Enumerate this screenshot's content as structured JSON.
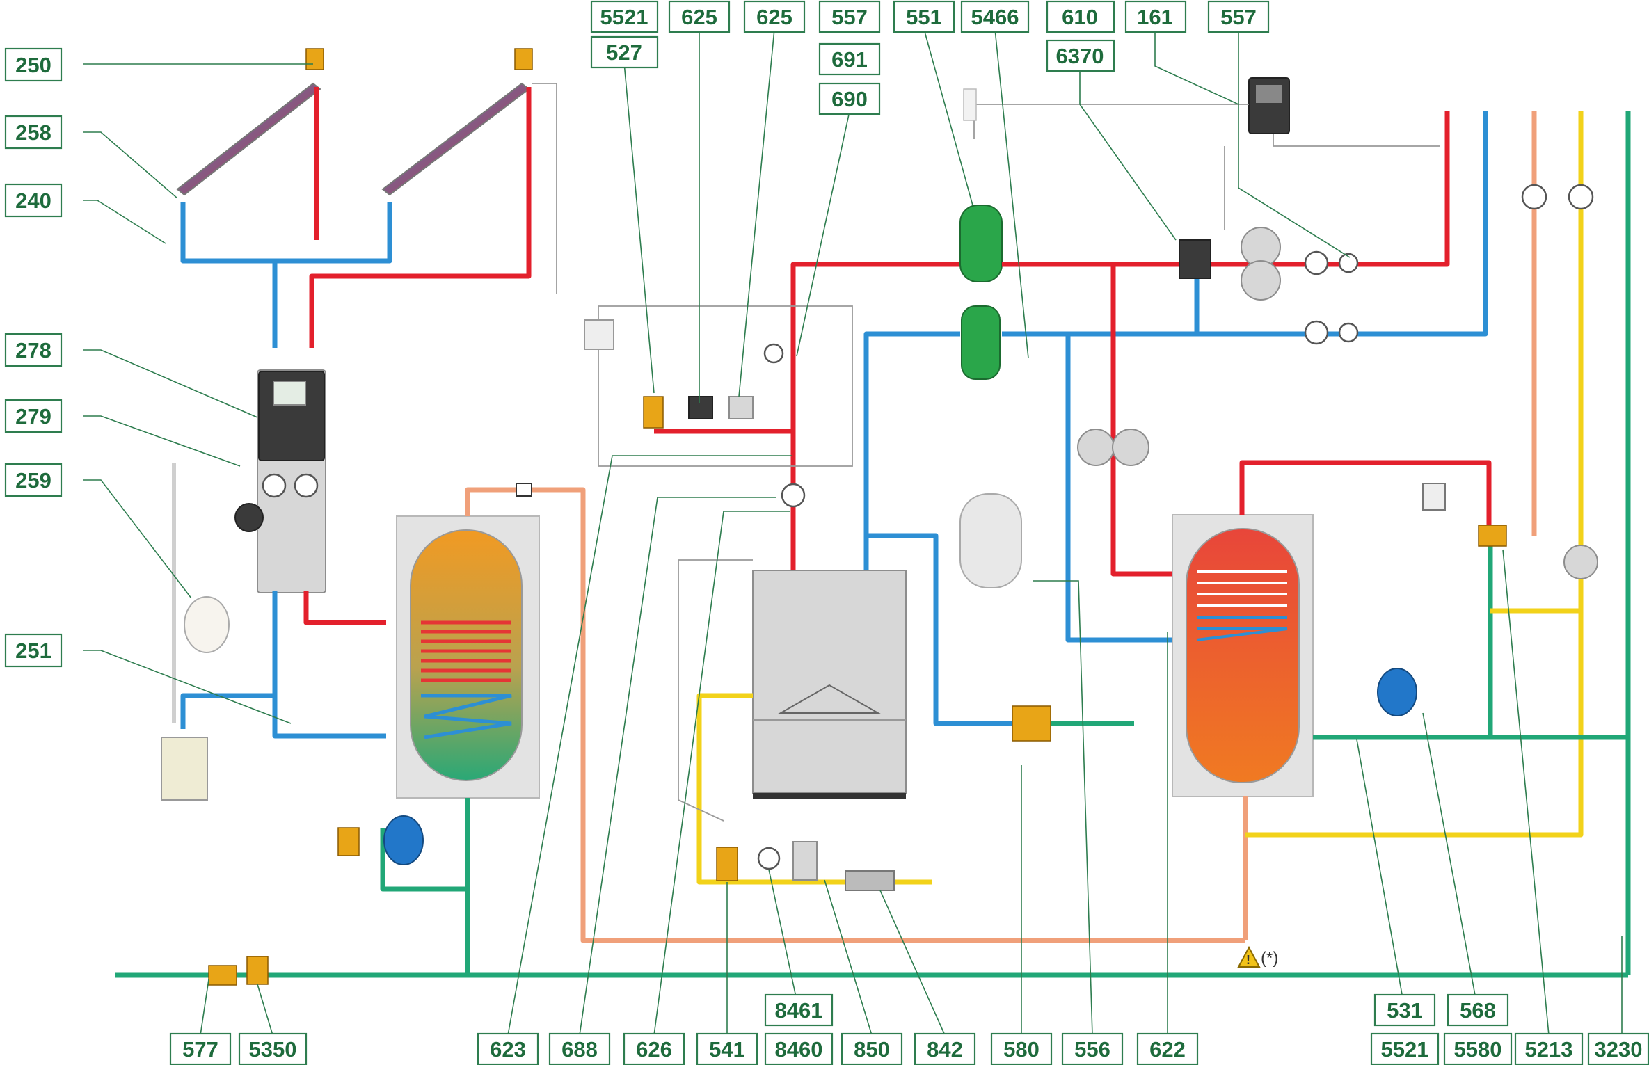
{
  "colors": {
    "hot_supply": "#e3202c",
    "return": "#2d8fd4",
    "cold_water": "#21a777",
    "gas": "#f2d21a",
    "dhw_recirculation": "#f0a07a",
    "label_border": "#2e7d4f",
    "label_text": "#1e6b3c"
  },
  "labels": {
    "l250": "250",
    "l258": "258",
    "l240": "240",
    "l278": "278",
    "l279": "279",
    "l259": "259",
    "l251": "251",
    "l5521a": "5521",
    "l527": "527",
    "l625a": "625",
    "l625b": "625",
    "l557a": "557",
    "l691": "691",
    "l690": "690",
    "l551": "551",
    "l5466": "5466",
    "l610": "610",
    "l6370": "6370",
    "l161": "161",
    "l557b": "557",
    "l577": "577",
    "l5350": "5350",
    "l623": "623",
    "l688": "688",
    "l626": "626",
    "l541": "541",
    "l8461": "8461",
    "l8460": "8460",
    "l850": "850",
    "l842": "842",
    "l580": "580",
    "l556": "556",
    "l622": "622",
    "l531": "531",
    "l5521b": "5521",
    "l568": "568",
    "l5580": "5580",
    "l5213": "5213",
    "l3230": "3230"
  },
  "note": "(*)",
  "icons": [
    "solar-collector-icon",
    "air-vent-icon",
    "solar-station-icon",
    "solar-controller-icon",
    "boiler-icon",
    "storage-tank-icon",
    "expansion-vessel-icon",
    "hydraulic-separator-icon",
    "dirt-separator-icon",
    "circulator-pump-icon",
    "pressure-gauge-icon",
    "thermometer-icon",
    "ball-valve-icon",
    "mixing-valve-icon",
    "warning-icon",
    "gas-filter-icon",
    "safety-valve-icon"
  ]
}
